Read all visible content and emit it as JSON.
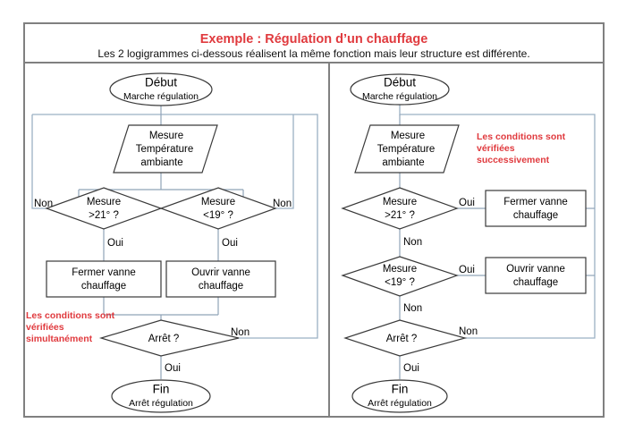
{
  "header": {
    "title": "Exemple : Régulation d’un chauffage",
    "subtitle": "Les 2 logigrammes ci-dessous réalisent la même fonction mais leur structure est différente.",
    "title_color": "#e03a3e"
  },
  "colors": {
    "accent_red": "#e03a3e",
    "frame_gray": "#808080",
    "connector_blue": "#8fa3b8",
    "shape_outline": "#3a3a3a"
  },
  "left_chart": {
    "note": {
      "line1": "Les conditions sont",
      "line2": "vérifiées",
      "line3": "simultanément"
    },
    "start": {
      "title": "Début",
      "subtitle": "Marche régulation"
    },
    "input": {
      "line1": "Mesure",
      "line2": "Température",
      "line3": "ambiante"
    },
    "decision_left": {
      "line1": "Mesure",
      "line2": ">21° ?"
    },
    "decision_right": {
      "line1": "Mesure",
      "line2": "<19° ?"
    },
    "process_left": {
      "line1": "Fermer vanne",
      "line2": "chauffage"
    },
    "process_right": {
      "line1": "Ouvrir vanne",
      "line2": "chauffage"
    },
    "stop_decision": "Arrêt ?",
    "end": {
      "title": "Fin",
      "subtitle": "Arrêt régulation"
    },
    "edges": {
      "left_no": "Non",
      "right_no": "Non",
      "left_yes": "Oui",
      "right_yes": "Oui",
      "stop_no": "Non",
      "stop_yes": "Oui"
    }
  },
  "right_chart": {
    "note": {
      "line1": "Les conditions sont",
      "line2": "vérifiées",
      "line3": "successivement"
    },
    "start": {
      "title": "Début",
      "subtitle": "Marche régulation"
    },
    "input": {
      "line1": "Mesure",
      "line2": "Température",
      "line3": "ambiante"
    },
    "decision_1": {
      "line1": "Mesure",
      "line2": ">21° ?"
    },
    "decision_2": {
      "line1": "Mesure",
      "line2": "<19° ?"
    },
    "process_1": {
      "line1": "Fermer vanne",
      "line2": "chauffage"
    },
    "process_2": {
      "line1": "Ouvrir vanne",
      "line2": "chauffage"
    },
    "stop_decision": "Arrêt ?",
    "end": {
      "title": "Fin",
      "subtitle": "Arrêt régulation"
    },
    "edges": {
      "d1_yes": "Oui",
      "d1_no": "Non",
      "d2_yes": "Oui",
      "d2_no": "Non",
      "stop_no": "Non",
      "stop_yes": "Oui"
    }
  }
}
